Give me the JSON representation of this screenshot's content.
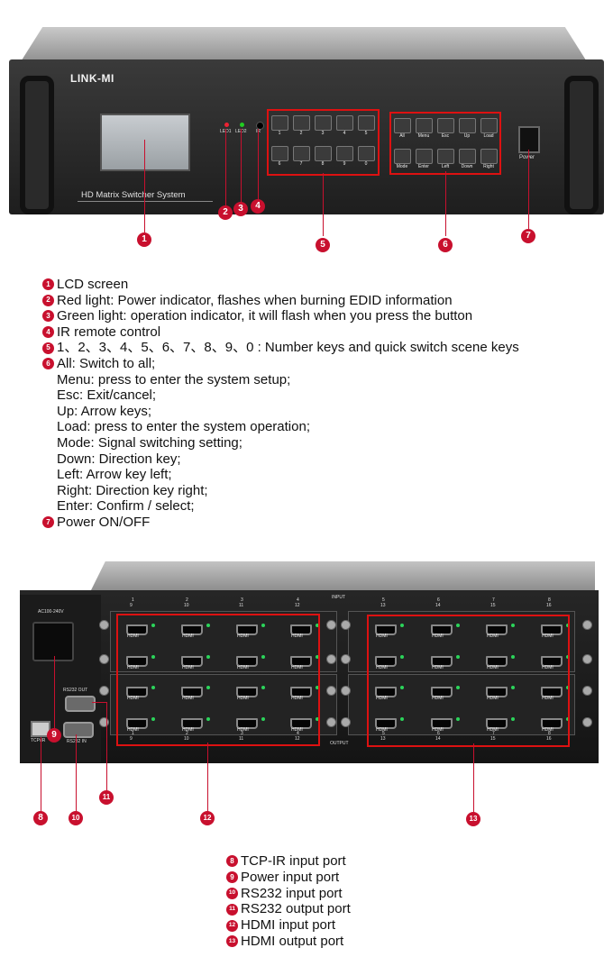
{
  "front_panel": {
    "brand": "LINK-MI",
    "system_label": "HD Matrix Switcher System",
    "led1_label": "LED1",
    "led2_label": "LED2",
    "ir_label": "IR",
    "number_keys_top": [
      "1",
      "2",
      "3",
      "4",
      "5"
    ],
    "number_keys_bottom": [
      "6",
      "7",
      "8",
      "9",
      "0"
    ],
    "function_keys_top": [
      "All",
      "Menu",
      "Esc",
      "Up",
      "Load"
    ],
    "function_keys_bottom": [
      "Mode",
      "Enter",
      "Left",
      "Down",
      "Right"
    ],
    "power_label": "Power",
    "callouts": [
      "1",
      "2",
      "3",
      "4",
      "5",
      "6",
      "7"
    ]
  },
  "front_descriptions": [
    {
      "num": "1",
      "text": "LCD screen"
    },
    {
      "num": "2",
      "text": "Red light: Power indicator, flashes when burning EDID information"
    },
    {
      "num": "3",
      "text": "Green light: operation indicator, it will flash when you press the button"
    },
    {
      "num": "4",
      "text": "IR remote control"
    },
    {
      "num": "5",
      "text": "1、2、3、4、5、6、7、8、9、0  : Number keys and quick switch scene keys"
    },
    {
      "num": "6",
      "text": "All: Switch to all;"
    },
    {
      "num": "",
      "text": "Menu: press to enter the system setup;"
    },
    {
      "num": "",
      "text": "Esc: Exit/cancel;"
    },
    {
      "num": "",
      "text": "Up: Arrow keys;"
    },
    {
      "num": "",
      "text": "Load: press to enter the system operation;"
    },
    {
      "num": "",
      "text": "Mode: Signal switching setting;"
    },
    {
      "num": "",
      "text": "Down: Direction key;"
    },
    {
      "num": "",
      "text": "Left: Arrow key left;"
    },
    {
      "num": "",
      "text": "Right: Direction key right;"
    },
    {
      "num": "",
      "text": "Enter: Confirm / select;"
    },
    {
      "num": "7",
      "text": "Power ON/OFF"
    }
  ],
  "rear_panel": {
    "ac_label": "AC100-240V",
    "rs232_out_label": "RS232 OUT",
    "rs232_in_label": "RS232 IN",
    "tcp_label": "TCP/IR",
    "input_label": "INPUT",
    "output_label": "OUTPUT",
    "hdmi_label": "HDMI",
    "input_top_numbers": [
      "1",
      "2",
      "3",
      "4",
      "5",
      "6",
      "7",
      "8"
    ],
    "input_sub_numbers": [
      "9",
      "10",
      "11",
      "12",
      "13",
      "14",
      "15",
      "16"
    ],
    "output_top_numbers": [
      "1",
      "2",
      "3",
      "4",
      "5",
      "6",
      "7",
      "8"
    ],
    "output_sub_numbers": [
      "9",
      "10",
      "11",
      "12",
      "13",
      "14",
      "15",
      "16"
    ],
    "callouts": [
      "8",
      "9",
      "10",
      "11",
      "12",
      "13"
    ]
  },
  "rear_descriptions": [
    {
      "num": "8",
      "text": "TCP-IR input port"
    },
    {
      "num": "9",
      "text": "Power input port"
    },
    {
      "num": "10",
      "text": "RS232 input port"
    },
    {
      "num": "11",
      "text": "RS232 output port"
    },
    {
      "num": "12",
      "text": "HDMI input port"
    },
    {
      "num": "13",
      "text": "HDMI output port"
    }
  ]
}
